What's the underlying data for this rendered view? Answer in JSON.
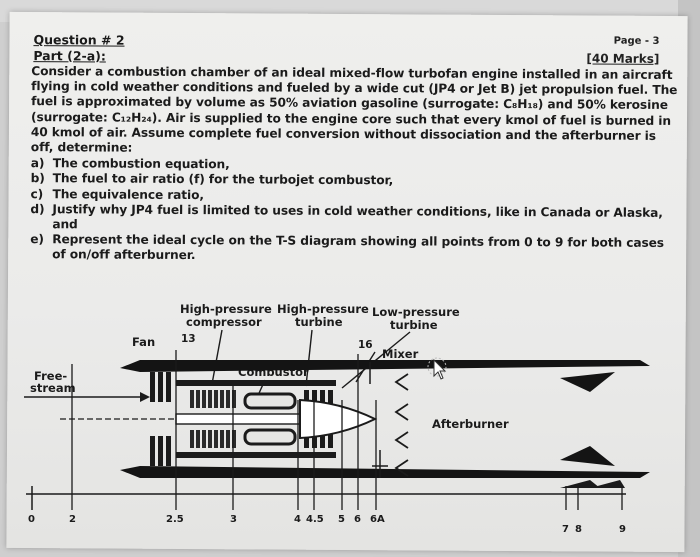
{
  "header": {
    "question": "Question # 2",
    "part": "Part (2-a):",
    "page": "Page - 3",
    "marks": "[40 Marks]"
  },
  "intro": "Consider a combustion chamber of an ideal mixed-flow turbofan engine installed in an aircraft flying in cold weather conditions and fueled by a wide cut (JP4 or Jet B) jet propulsion fuel. The fuel is approximated by volume as 50% aviation gasoline (surrogate: C₈H₁₈) and 50% kerosine (surrogate: C₁₂H₂₄). Air is supplied to the engine core such that every kmol of fuel is burned in 40 kmol of air. Assume complete fuel conversion without dissociation and the afterburner is off, determine:",
  "items": [
    {
      "label": "a)",
      "text": "The combustion equation,"
    },
    {
      "label": "b)",
      "text": "The fuel to air ratio (f) for the turbojet combustor,"
    },
    {
      "label": "c)",
      "text": "The equivalence ratio,"
    },
    {
      "label": "d)",
      "text": "Justify why JP4 fuel is limited to uses in cold weather conditions, like in Canada or Alaska, and"
    },
    {
      "label": "e)",
      "text": "Represent the ideal cycle on the T-S diagram showing all points from 0 to 9 for both cases of on/off afterburner."
    }
  ],
  "diagram": {
    "labels": {
      "hpc_line1": "High-pressure",
      "hpc_line2": "compressor",
      "hpt_line1": "High-pressure",
      "hpt_line2": "turbine",
      "lpt_line1": "Low-pressure",
      "lpt_line2": "turbine",
      "fan": "Fan",
      "freestream_line1": "Free-",
      "freestream_line2": "stream",
      "combustor": "Combustor",
      "mixer": "Mixer",
      "afterburner": "Afterburner"
    },
    "station_callouts": {
      "s13": "13",
      "s16": "16"
    },
    "stations": {
      "s0": "0",
      "s2": "2",
      "s25": "2.5",
      "s3": "3",
      "s4": "4",
      "s45": "4.5",
      "s5": "5",
      "s6": "6",
      "s6A": "6A",
      "s7": "7",
      "s8": "8",
      "s9": "9"
    }
  }
}
